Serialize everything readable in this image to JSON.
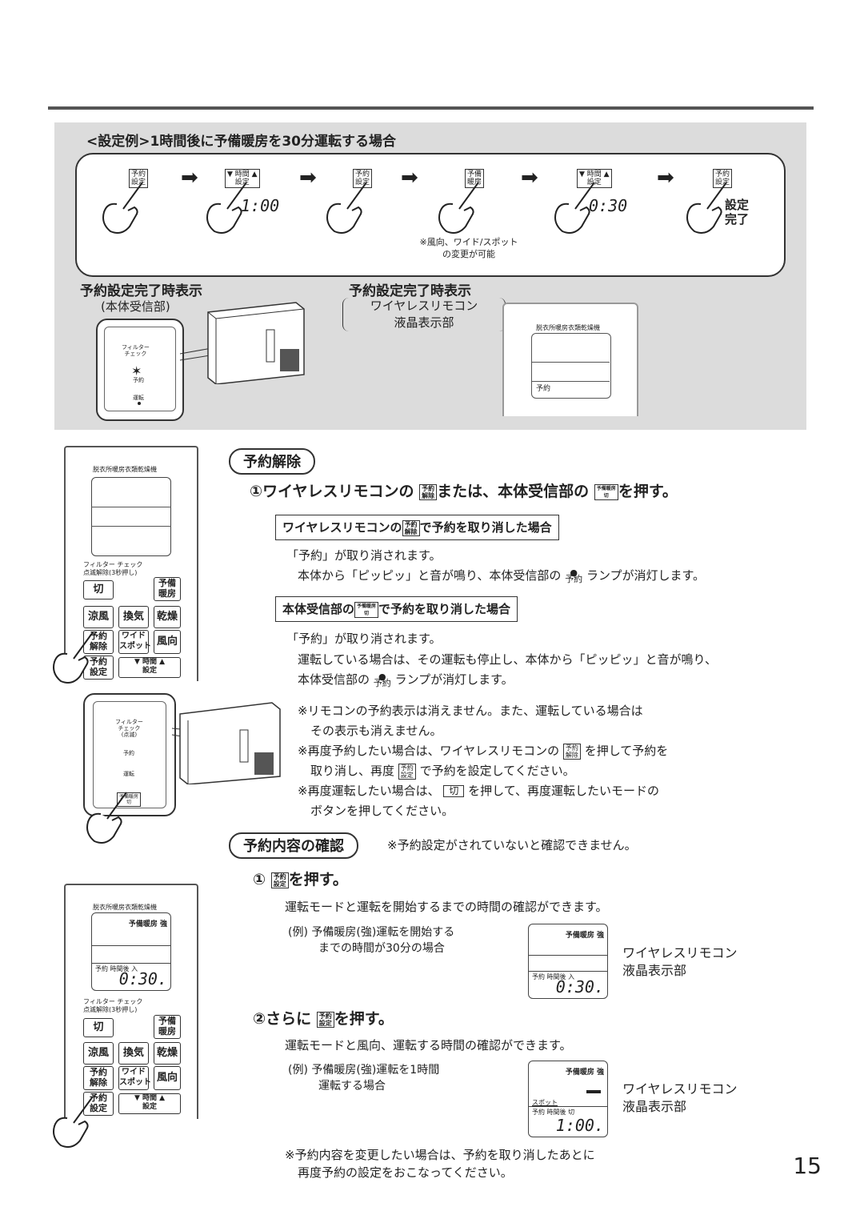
{
  "example": {
    "title": "<設定例>1時間後に予備暖房を30分運転する場合",
    "steps": [
      {
        "key": "予約\n設定"
      },
      {
        "key": "▼ 時間 ▲\n設定",
        "display": "1:00"
      },
      {
        "key": "予約\n設定"
      },
      {
        "key": "予備\n暖房"
      },
      {
        "key": "▼ 時間 ▲\n設定",
        "display": "0:30"
      },
      {
        "key": "予約\n設定",
        "after": "設定\n完了"
      }
    ],
    "note_line1": "※風向、ワイド/スポット",
    "note_line2": "の変更が可能",
    "main_unit_title": "予約設定完了時表示",
    "main_unit_sub": "(本体受信部)",
    "remote_title": "予約設定完了時表示",
    "remote_sub1": "ワイヤレスリモコン",
    "remote_sub2": "液晶表示部",
    "unit_labels": {
      "filter": "フィルター\nチェック",
      "yoyaku": "予約",
      "unten": "運転"
    },
    "remote_header": "脱衣所暖房衣類乾燥機",
    "remote_lcd_label": "予約"
  },
  "cancel": {
    "pill": "予約解除",
    "step1_num": "①",
    "step1_a": "ワイヤレスリモコンの",
    "step1_key1": "予約\n解除",
    "step1_b": "または、本体受信部の",
    "step1_key2": "予備暖房\n切",
    "step1_c": "を押す。",
    "box1_a": "ワイヤレスリモコンの",
    "box1_key": "予約\n解除",
    "box1_b": "で予約を取り消した場合",
    "box1_line1": "「予約」が取り消されます。",
    "box1_line2a": "本体から「ピッピッ」と音が鳴り、本体受信部の",
    "box1_lamp": "予約",
    "box1_line2b": "ランプが消灯します。",
    "box2_a": "本体受信部の",
    "box2_key": "予備暖房\n切",
    "box2_b": "で予約を取り消した場合",
    "box2_line1": "「予約」が取り消されます。",
    "box2_line2": "運転している場合は、その運転も停止し、本体から「ピッピッ」と音が鳴り、",
    "box2_line3a": "本体受信部の",
    "box2_lamp": "予約",
    "box2_line3b": "ランプが消灯します。",
    "note1a": "※リモコンの予約表示は消えません。また、運転している場合は",
    "note1b": "その表示も消えません。",
    "note2a": "※再度予約したい場合は、ワイヤレスリモコンの",
    "note2key": "予約\n解除",
    "note2b": "を押して予約を",
    "note2c": "取り消し、再度",
    "note2key2": "予約\n設定",
    "note2d": "で予約を設定してください。",
    "note3a": "※再度運転したい場合は、",
    "note3key": "切",
    "note3b": "を押して、再度運転したいモードの",
    "note3c": "ボタンを押してください。"
  },
  "remote1": {
    "header": "脱衣所暖房衣類乾燥機",
    "filter": "フィルター チェック",
    "filter2": "点滅解除(3秒押し)",
    "buttons": [
      "切",
      "予備\n暖房",
      "涼風",
      "換気",
      "乾燥",
      "予約\n解除",
      "ワイド\nスポット",
      "風向",
      "予約\n設定",
      "▼ 時間 ▲\n設定"
    ]
  },
  "unit2": {
    "filter": "フィルター\nチェック\n(点滅)",
    "yoyaku": "予約",
    "unten": "運転",
    "key": "予備暖房\n切"
  },
  "confirm": {
    "pill": "予約内容の確認",
    "pill_note": "※予約設定がされていないと確認できません。",
    "s1_num": "①",
    "s1_key": "予約\n設定",
    "s1_text": "を押す。",
    "s1_desc": "運転モードと運転を開始するまでの時間の確認ができます。",
    "ex1a": "(例) 予備暖房(強)運転を開始する",
    "ex1b": "までの時間が30分の場合",
    "lcd1": {
      "top": "予備暖房 強",
      "bottom_label": "予約 時間後 入",
      "time": "0:30."
    },
    "lcd_caption1": "ワイヤレスリモコン",
    "lcd_caption2": "液晶表示部",
    "s2_num": "②",
    "s2_a": "さらに",
    "s2_key": "予約\n設定",
    "s2_b": "を押す。",
    "s2_desc": "運転モードと風向、運転する時間の確認ができます。",
    "ex2a": "(例) 予備暖房(強)運転を1時間",
    "ex2b": "運転する場合",
    "lcd2": {
      "top": "予備暖房 強",
      "spot": "スポット",
      "bottom_label": "予約 時間後 切",
      "time": "1:00."
    },
    "final1": "※予約内容を変更したい場合は、予約を取り消したあとに",
    "final2": "再度予約の設定をおこなってください。"
  },
  "remote2": {
    "header": "脱衣所暖房衣類乾燥機",
    "lcd_top": "予備暖房 強",
    "lcd_label": "予約 時間後 入",
    "lcd_time": "0:30.",
    "filter": "フィルター チェック",
    "filter2": "点滅解除(3秒押し)",
    "buttons": [
      "切",
      "予備\n暖房",
      "涼風",
      "換気",
      "乾燥",
      "予約\n解除",
      "ワイド\nスポット",
      "風向",
      "予約\n設定",
      "▼ 時間 ▲\n設定"
    ]
  },
  "page_number": "15"
}
